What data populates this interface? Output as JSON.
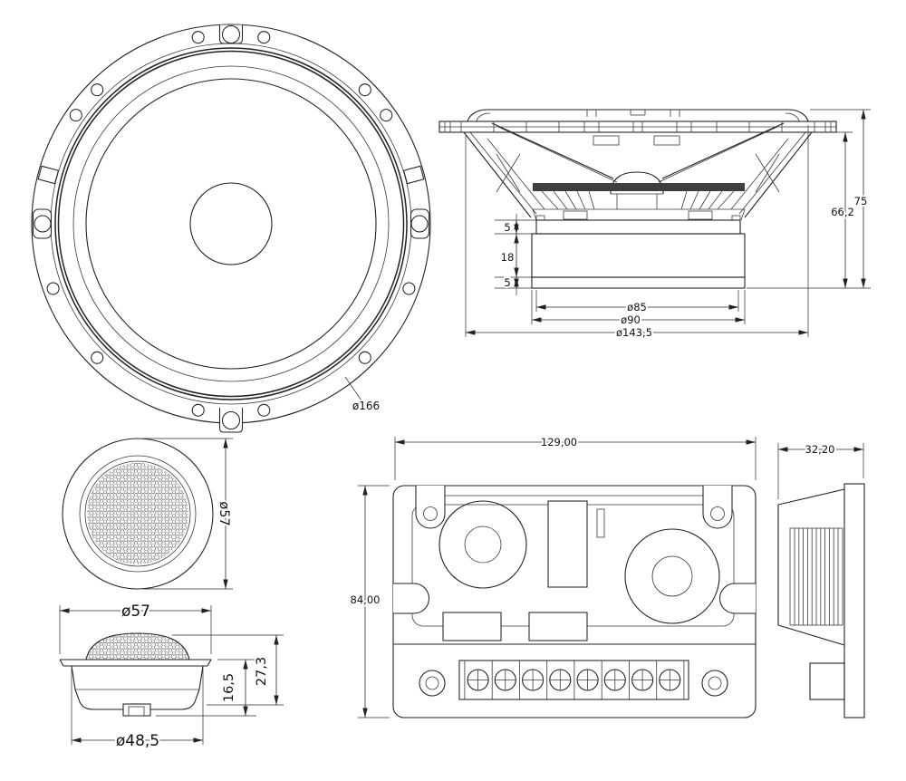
{
  "meta": {
    "background_color": "#ffffff",
    "line_color": "#222222",
    "text_color": "#111111",
    "drawing_type": "speaker-component-set-technical-drawing"
  },
  "views": {
    "woofer_front": {
      "outer_diameter": "ø166"
    },
    "woofer_side": {
      "total_height": "75",
      "mounting_depth": "66,2",
      "top_plate_thickness": "5",
      "magnet_thickness": "18",
      "bottom_plate_thickness": "5",
      "top_plate_diameter": "ø85",
      "magnet_diameter": "ø90",
      "basket_diameter": "ø143,5"
    },
    "tweeter_front": {
      "grille_diameter": "ø57"
    },
    "tweeter_side": {
      "flange_diameter": "ø57",
      "body_height": "16,5",
      "total_height": "27,3",
      "body_diameter": "ø48,5"
    },
    "crossover_top": {
      "width": "129,00",
      "height": "84,00"
    },
    "crossover_side": {
      "depth": "32,20"
    }
  }
}
